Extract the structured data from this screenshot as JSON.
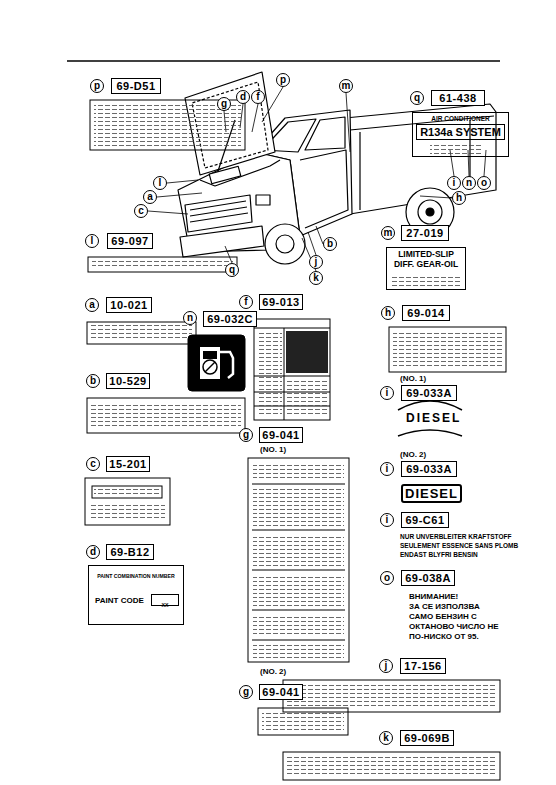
{
  "diagram": {
    "nodes": [
      {
        "text": [
          "p"
        ]
      },
      {
        "text": [
          "g"
        ]
      },
      {
        "text": [
          "d"
        ]
      },
      {
        "text": [
          "f"
        ]
      },
      {
        "text": [
          "m"
        ]
      },
      {
        "text": [
          "l"
        ]
      },
      {
        "text": [
          "a"
        ]
      },
      {
        "text": [
          "c"
        ]
      },
      {
        "text": [
          "i"
        ]
      },
      {
        "text": [
          "n"
        ]
      },
      {
        "text": [
          "o"
        ]
      },
      {
        "text": [
          "h"
        ]
      },
      {
        "text": [
          "b"
        ]
      },
      {
        "text": [
          "j"
        ]
      },
      {
        "text": [
          "k"
        ]
      },
      {
        "text": [
          "q"
        ]
      },
      {
        "text": [
          "p"
        ]
      },
      {
        "text": [
          "69-D51"
        ]
      },
      {
        "text": [
          "q"
        ]
      },
      {
        "text": [
          "61-438"
        ]
      },
      {
        "text": [
          "AIR CONDITIONER",
          "R134a SYSTEM"
        ]
      },
      {
        "text": [
          "l"
        ]
      },
      {
        "text": [
          "69-097"
        ]
      },
      {
        "text": [
          "m"
        ]
      },
      {
        "text": [
          "27-019"
        ]
      },
      {
        "text": [
          "LIMITED-SLIP DIFF. GEAR-OIL"
        ]
      },
      {
        "text": [
          "a"
        ]
      },
      {
        "text": [
          "10-021"
        ]
      },
      {
        "text": [
          "n"
        ]
      },
      {
        "text": [
          "69-032C"
        ]
      },
      {
        "text": [
          "f"
        ]
      },
      {
        "text": [
          "69-013"
        ]
      },
      {
        "text": [
          "h"
        ]
      },
      {
        "text": [
          "69-014"
        ]
      },
      {
        "text": [
          "i"
        ]
      },
      {
        "text": [
          "69-033A"
        ]
      },
      {
        "text": [
          "b"
        ]
      },
      {
        "text": [
          "10-529"
        ]
      },
      {
        "text": [
          "g"
        ]
      },
      {
        "text": [
          "69-041"
        ]
      },
      {
        "text": [
          "i"
        ]
      },
      {
        "text": [
          "69-033A"
        ]
      },
      {
        "text": [
          "DIESEL"
        ]
      },
      {
        "text": [
          "c"
        ]
      },
      {
        "text": [
          "15-201"
        ]
      },
      {
        "text": [
          "i"
        ]
      },
      {
        "text": [
          "69-C61"
        ]
      },
      {
        "text": [
          "d"
        ]
      },
      {
        "text": [
          "69-B12"
        ]
      },
      {
        "text": [
          "PAINT COMBINATION NUMBER",
          "PAINT CODE"
        ]
      },
      {
        "text": [
          "XX"
        ],
        "in": 49
      },
      {
        "text": [
          "o"
        ]
      },
      {
        "text": [
          "69-038A"
        ]
      },
      {
        "text": [
          "j"
        ]
      },
      {
        "text": [
          "17-156"
        ]
      },
      {
        "text": [
          "g"
        ]
      },
      {
        "text": [
          "69-041"
        ]
      },
      {
        "text": [
          "k"
        ]
      },
      {
        "text": [
          "69-069B"
        ]
      }
    ],
    "labels": [
      "(NO. 1)",
      "DIESEL",
      "(NO. 2)",
      "(NO. 1)",
      "NUR UNVERBLEITER KRAFTSTOFF",
      "SEULEMENT ESSENCE SANS PLOMB",
      "ENDAST BLYFRI BENSIN",
      "ВНИМАНИЕ!",
      "ЗА СЕ ИЗПОЛЗВА",
      "САМО БЕНЗИН С",
      "ОКТАНОВО ЧИСЛО НЕ",
      "ПО-НИСКО ОТ 95.",
      "(NO. 2)"
    ]
  }
}
